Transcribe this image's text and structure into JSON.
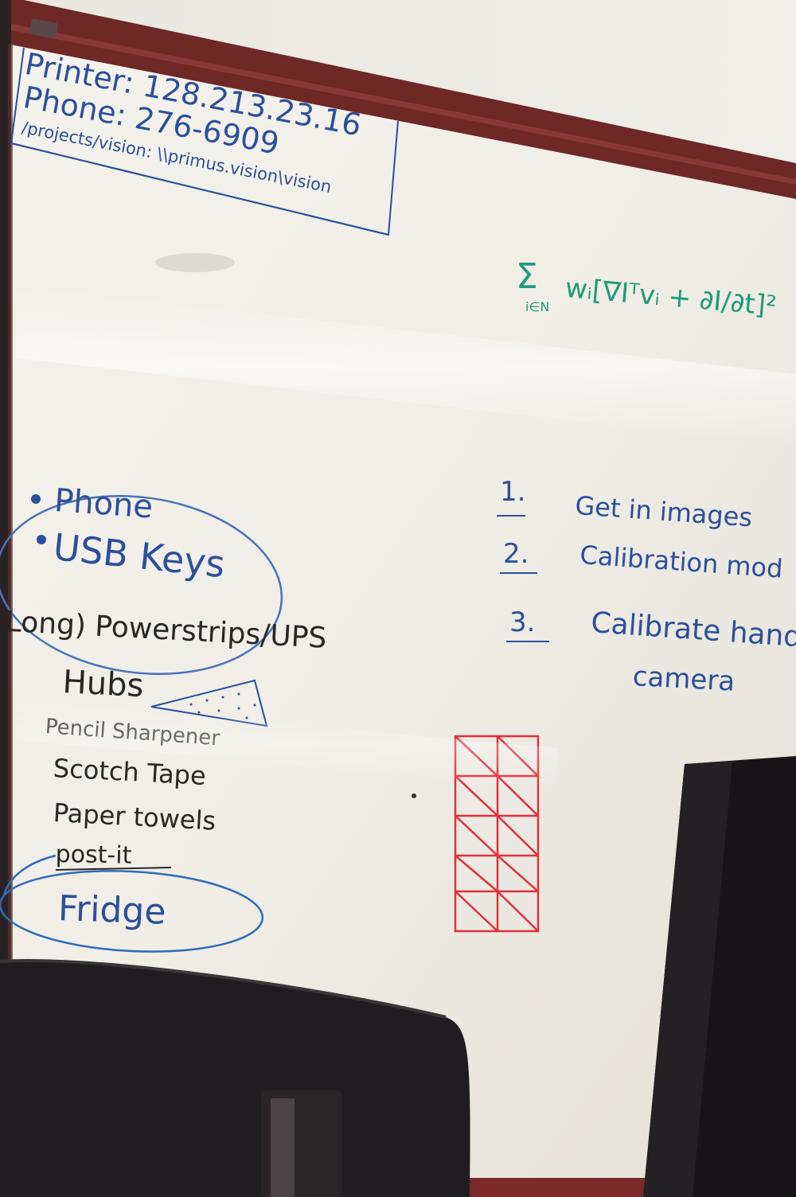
{
  "box": {
    "line1": "Printer: 128.213.23.16",
    "line2": "Phone: 276-6909",
    "line3": "/projects/vision: \\\\primus.vision\\vision"
  },
  "equation": {
    "sigma": "Σ",
    "sub": "i∈N",
    "body": "wᵢ[∇Iᵀvᵢ + ∂I/∂t]²"
  },
  "list_left": {
    "items": [
      "Phone",
      "USB Keys",
      "(Long) Powerstrips/UPS",
      "Hubs",
      "Pencil Sharpener",
      "Scotch Tape",
      "Paper towels",
      "post-it",
      "Fridge"
    ]
  },
  "list_right": {
    "items": [
      {
        "num": "1.",
        "text": "Get in images"
      },
      {
        "num": "2.",
        "text": "Calibration mod"
      },
      {
        "num": "3.",
        "text": "Calibrate hand-"
      },
      {
        "num": "",
        "text": "camera"
      }
    ]
  },
  "colors": {
    "board": "#f2f0ea",
    "frame": "#7a2a28",
    "marker_blue": "#2c4f9a",
    "marker_green": "#1f9a7c",
    "marker_red": "#e0303c",
    "marker_black": "#2a2624"
  }
}
